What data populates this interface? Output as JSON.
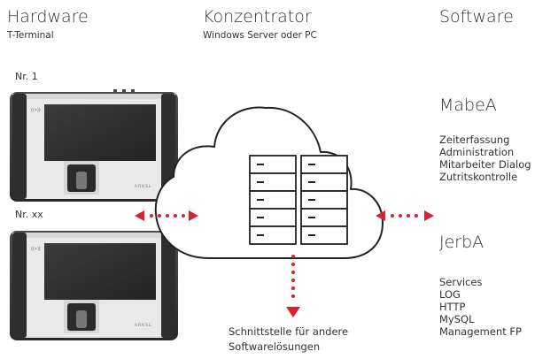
{
  "header": {
    "hardware_title": "Hardware",
    "hardware_sub": "T-Terminal",
    "konzentrator_title": "Konzentrator",
    "konzentrator_sub": "Windows Server oder PC",
    "software_title": "Software"
  },
  "terminals": [
    {
      "label": "Nr. 1",
      "brand": "ARKSL"
    },
    {
      "label": "Nr. xx",
      "brand": "ARKSL"
    }
  ],
  "software": {
    "products": [
      {
        "name": "MabeA",
        "items": [
          "Zeiterfassung",
          "Administration",
          "Mitarbeiter Dialog",
          "Zutritskontrolle"
        ]
      },
      {
        "name": "JerbA",
        "items": [
          "Services",
          "LOG",
          "HTTP",
          "MySQL",
          "Management FP"
        ]
      }
    ]
  },
  "interface": {
    "line1": "Schnittstelle für andere",
    "line2": "Softwarelösungen"
  },
  "colors": {
    "accent": "#d9202c",
    "outline": "#222222"
  }
}
